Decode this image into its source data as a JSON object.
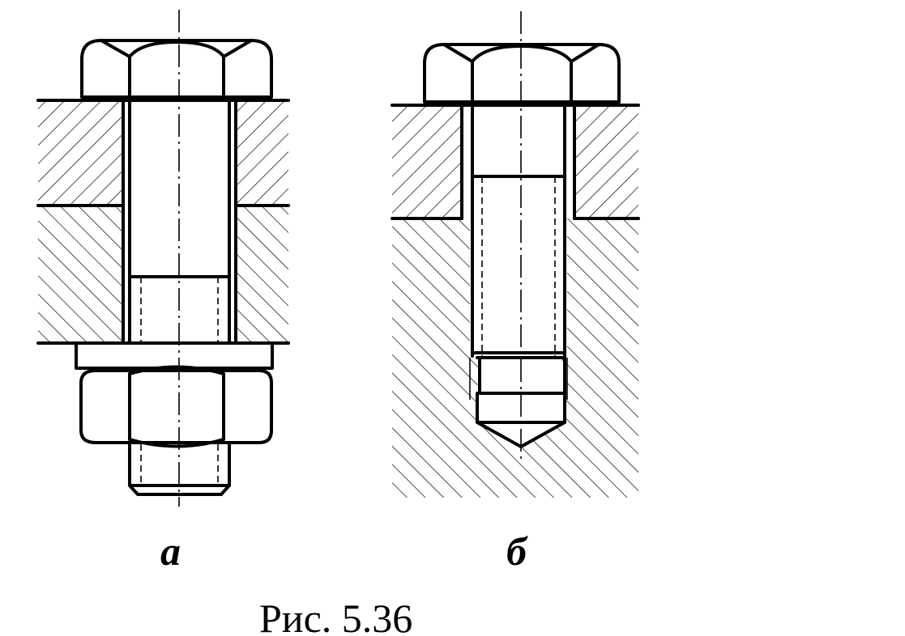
{
  "figure": {
    "label_a": "а",
    "label_b": "б",
    "caption": "Рис. 5.36"
  }
}
